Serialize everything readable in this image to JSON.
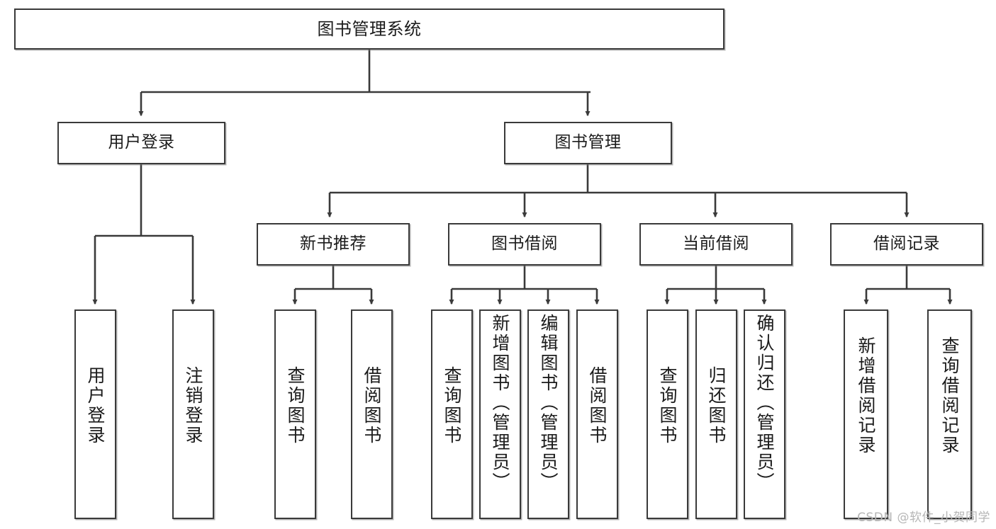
{
  "diagram": {
    "title": "图书管理系统",
    "watermark": "CSDN @软件_小贺同学",
    "root": {
      "label": "图书管理系统"
    },
    "level2": [
      {
        "id": "user-login",
        "label": "用户登录"
      },
      {
        "id": "book-manage",
        "label": "图书管理"
      }
    ],
    "level3": [
      {
        "id": "new-book-recommend",
        "label": "新书推荐"
      },
      {
        "id": "book-borrow",
        "label": "图书借阅"
      },
      {
        "id": "current-borrow",
        "label": "当前借阅"
      },
      {
        "id": "borrow-record",
        "label": "借阅记录"
      }
    ],
    "leaves": [
      {
        "id": "leaf-user-login",
        "label": "用户登录",
        "parent": "user-login"
      },
      {
        "id": "leaf-user-logout",
        "label": "注销登录",
        "parent": "user-login"
      },
      {
        "id": "leaf-query-book-1",
        "label": "查询图书",
        "parent": "new-book-recommend"
      },
      {
        "id": "leaf-borrow-book-1",
        "label": "借阅图书",
        "parent": "new-book-recommend"
      },
      {
        "id": "leaf-query-book-2",
        "label": "查询图书",
        "parent": "book-borrow"
      },
      {
        "id": "leaf-add-book",
        "label": "新增图书（管理员）",
        "parent": "book-borrow"
      },
      {
        "id": "leaf-edit-book",
        "label": "编辑图书（管理员）",
        "parent": "book-borrow"
      },
      {
        "id": "leaf-borrow-book-2",
        "label": "借阅图书",
        "parent": "book-borrow"
      },
      {
        "id": "leaf-query-book-3",
        "label": "查询图书",
        "parent": "current-borrow"
      },
      {
        "id": "leaf-return-book",
        "label": "归还图书",
        "parent": "current-borrow"
      },
      {
        "id": "leaf-confirm-return",
        "label": "确认归还（管理员）",
        "parent": "current-borrow"
      },
      {
        "id": "leaf-add-record",
        "label": "新增借阅记录",
        "parent": "borrow-record"
      },
      {
        "id": "leaf-query-record",
        "label": "查询借阅记录",
        "parent": "borrow-record"
      }
    ],
    "colors": {
      "stroke": "#3a3a3a",
      "fill": "#ffffff",
      "text": "#1b1b1b",
      "watermark": "#b6b6b6"
    }
  }
}
